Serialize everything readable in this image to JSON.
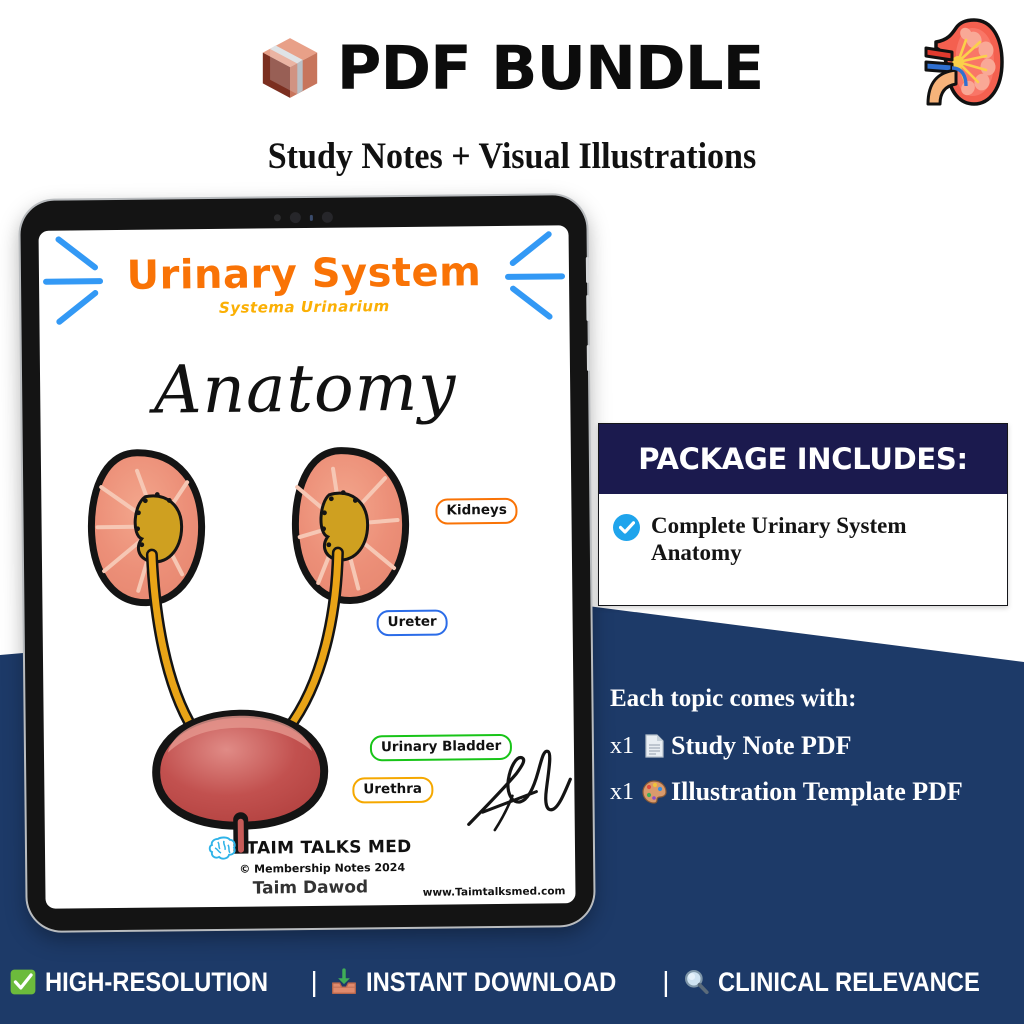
{
  "header": {
    "bundle_icon": "package-icon",
    "title": "PDF BUNDLE",
    "subtitle": "Study Notes + Visual Illustrations",
    "corner_icon": "kidney-icon"
  },
  "tablet": {
    "screen": {
      "system_title": "Urinary System",
      "system_subtitle": "Systema Urinarium",
      "section_title": "Anatomy",
      "diagram_labels": [
        {
          "name": "kidneys",
          "text": "Kidneys",
          "color": "#F97306"
        },
        {
          "name": "ureter",
          "text": "Ureter",
          "color": "#2B6CE8"
        },
        {
          "name": "urinary-bladder",
          "text": "Urinary Bladder",
          "color": "#18C418"
        },
        {
          "name": "urethra",
          "text": "Urethra",
          "color": "#F5A800"
        }
      ],
      "footer": {
        "brand_icon": "brain-icon",
        "brand_name": "TAIM TALKS MED",
        "copyright": "© Membership Notes 2024",
        "author": "Taim Dawod",
        "website": "www.Taimtalksmed.com"
      }
    }
  },
  "package_card": {
    "heading": "PACKAGE INCLUDES:",
    "items": [
      {
        "icon": "check-circle-icon",
        "text": "Complete Urinary System Anatomy"
      }
    ],
    "header_bg": "#1b1a4e",
    "check_color": "#1FA4EC"
  },
  "topics": {
    "heading": "Each topic comes with:",
    "rows": [
      {
        "qty": "x1",
        "icon": "document-icon",
        "label": "Study Note PDF"
      },
      {
        "qty": "x1",
        "icon": "palette-icon",
        "label": "Illustration Template PDF"
      }
    ]
  },
  "bottom_bar": {
    "items": [
      {
        "icon": "check-box-icon",
        "text": "HIGH-RESOLUTION"
      },
      {
        "icon": "inbox-download-icon",
        "text": "INSTANT DOWNLOAD"
      },
      {
        "icon": "magnifier-icon",
        "text": "CLINICAL RELEVANCE"
      }
    ],
    "separator": "|",
    "background": "#1d3a68"
  },
  "theme": {
    "navy": "#1d3a68",
    "dark_navy": "#1b1a4e",
    "orange": "#F97306",
    "yellow": "#FBB005",
    "blue_ray": "#3399F5"
  }
}
